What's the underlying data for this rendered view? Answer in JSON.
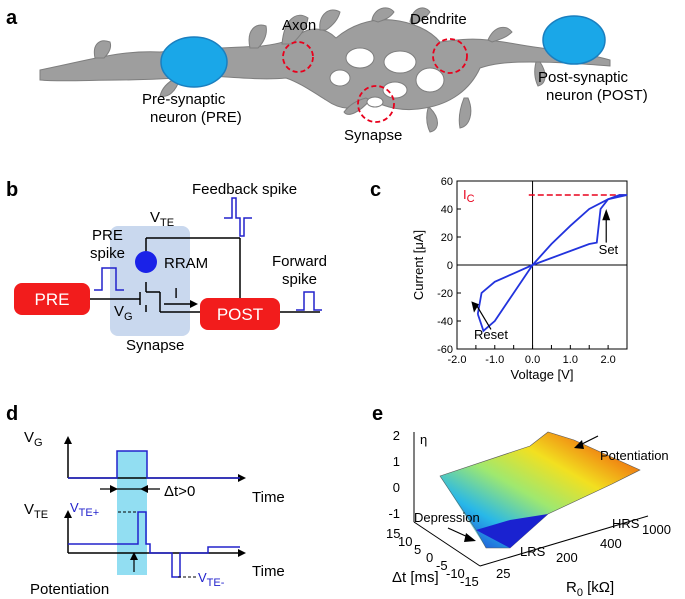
{
  "panels": {
    "a": {
      "letter": "a",
      "labels": {
        "axon": "Axon",
        "dendrite": "Dendrite",
        "pre_line1": "Pre-synaptic",
        "pre_line2": "neuron (PRE)",
        "post_line1": "Post-synaptic",
        "post_line2": "neuron (POST)",
        "synapse": "Synapse"
      },
      "colors": {
        "neuron_body": "#9e9e9e",
        "soma": "#1aa7e8",
        "highlight": "#e8001c"
      }
    },
    "b": {
      "letter": "b",
      "labels": {
        "pre_box": "PRE",
        "post_box": "POST",
        "pre_spike_1": "PRE",
        "pre_spike_2": "spike",
        "vte": "V",
        "vte_sub": "TE",
        "feedback": "Feedback spike",
        "rram": "RRAM",
        "forward_1": "Forward",
        "forward_2": "spike",
        "vg": "V",
        "vg_sub": "G",
        "current": "I",
        "synapse": "Synapse"
      },
      "colors": {
        "box": "#f21c1c",
        "synapse_bg": "#c9d8ee",
        "rram": "#1a22e8",
        "spike": "#2222cc"
      }
    },
    "c": {
      "letter": "c",
      "ic_label": "I",
      "ic_sub": "C",
      "set_label": "Set",
      "reset_label": "Reset",
      "colors": {
        "curve": "#2233dd",
        "ic_line": "#e8001c"
      }
    },
    "d": {
      "letter": "d",
      "vg": "V",
      "vg_sub": "G",
      "vte": "V",
      "vte_sub": "TE",
      "time1": "Time",
      "time2": "Time",
      "dt": "Δt>0",
      "vte_plus": "V",
      "vte_plus_sub": "TE+",
      "vte_minus": "V",
      "vte_minus_sub": "TE-",
      "potentiation": "Potentiation",
      "colors": {
        "pulse": "#2222cc",
        "window": "#7fd8f0"
      }
    },
    "e": {
      "letter": "e",
      "eta": "η",
      "z_ticks": [
        "2",
        "1",
        "0",
        "-1"
      ],
      "dt_label": "Δt [ms]",
      "dt_ticks": [
        "15",
        "10",
        "5",
        "0",
        "-5",
        "-10",
        "-15"
      ],
      "r0_label": "R",
      "r0_sub": "0",
      "r0_unit": " [kΩ]",
      "r0_ticks": [
        "25",
        "200",
        "400",
        "1000"
      ],
      "potentiation": "Potentiation",
      "depression": "Depression",
      "hrs": "HRS",
      "lrs": "LRS"
    }
  },
  "chart_data": {
    "type": "line",
    "title": "",
    "xlabel": "Voltage [V]",
    "ylabel": "Current [μA]",
    "xlim": [
      -2.0,
      2.5
    ],
    "ylim": [
      -60,
      60
    ],
    "x_ticks": [
      "-2.0",
      "-1.5",
      "-1.0",
      "-0.5",
      "0.0",
      "0.5",
      "1.0",
      "1.5",
      "2.0",
      "2.5"
    ],
    "y_ticks": [
      "60",
      "40",
      "20",
      "0",
      "-20",
      "-40",
      "-60"
    ],
    "ic_level": 50,
    "series": [
      {
        "x": [
          0.0,
          0.5,
          1.0,
          1.5,
          1.7,
          1.8,
          2.0,
          2.3,
          2.5
        ],
        "y": [
          0,
          5,
          10,
          15,
          16,
          40,
          47,
          50,
          50
        ]
      },
      {
        "x": [
          2.5,
          2.0,
          1.5,
          1.0,
          0.5,
          0.0
        ],
        "y": [
          50,
          47,
          40,
          28,
          15,
          0
        ]
      },
      {
        "x": [
          0.0,
          -0.5,
          -1.0,
          -1.3,
          -1.45
        ],
        "y": [
          0,
          -20,
          -40,
          -47,
          -35
        ]
      },
      {
        "x": [
          -1.45,
          -1.35,
          -1.0,
          -0.5,
          0.0
        ],
        "y": [
          -35,
          -20,
          -12,
          -6,
          0
        ]
      }
    ]
  }
}
